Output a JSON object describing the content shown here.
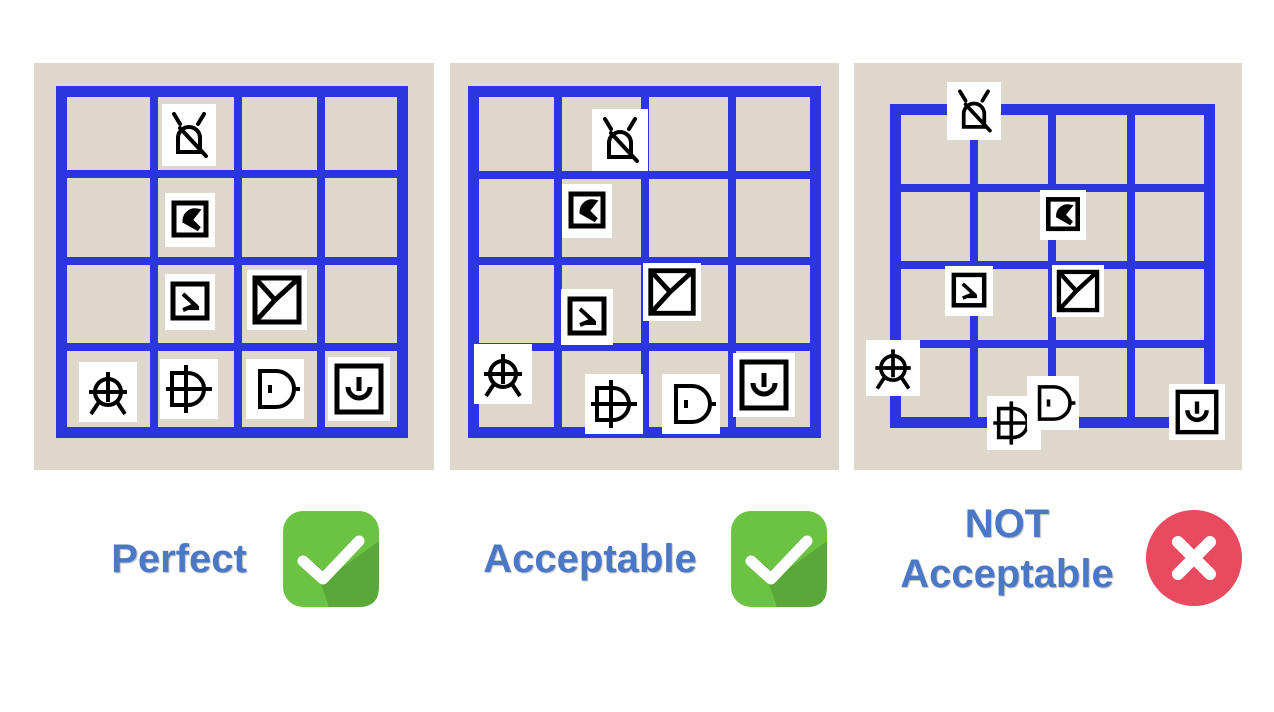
{
  "colors": {
    "panel_bg": "#ded8cc",
    "grid_line": "#2b35e0",
    "label_text": "#4a77c6",
    "check_green": "#6cc243",
    "cross_red": "#e84b5f"
  },
  "icons": [
    "bell-slash-icon",
    "wedge-icon",
    "arrow-box-icon",
    "envelope-box-icon",
    "crosshair-icon",
    "half-circle-plus-icon",
    "d-gate-icon",
    "smile-box-icon"
  ],
  "panels": [
    {
      "name": "perfect",
      "label_lines": [
        "Perfect"
      ],
      "verdict": "check",
      "grid": "4x4"
    },
    {
      "name": "acceptable",
      "label_lines": [
        "Acceptable"
      ],
      "verdict": "check",
      "grid": "4x4"
    },
    {
      "name": "not-acceptable",
      "label_lines": [
        "NOT",
        "Acceptable"
      ],
      "verdict": "cross",
      "grid": "4x4"
    }
  ]
}
